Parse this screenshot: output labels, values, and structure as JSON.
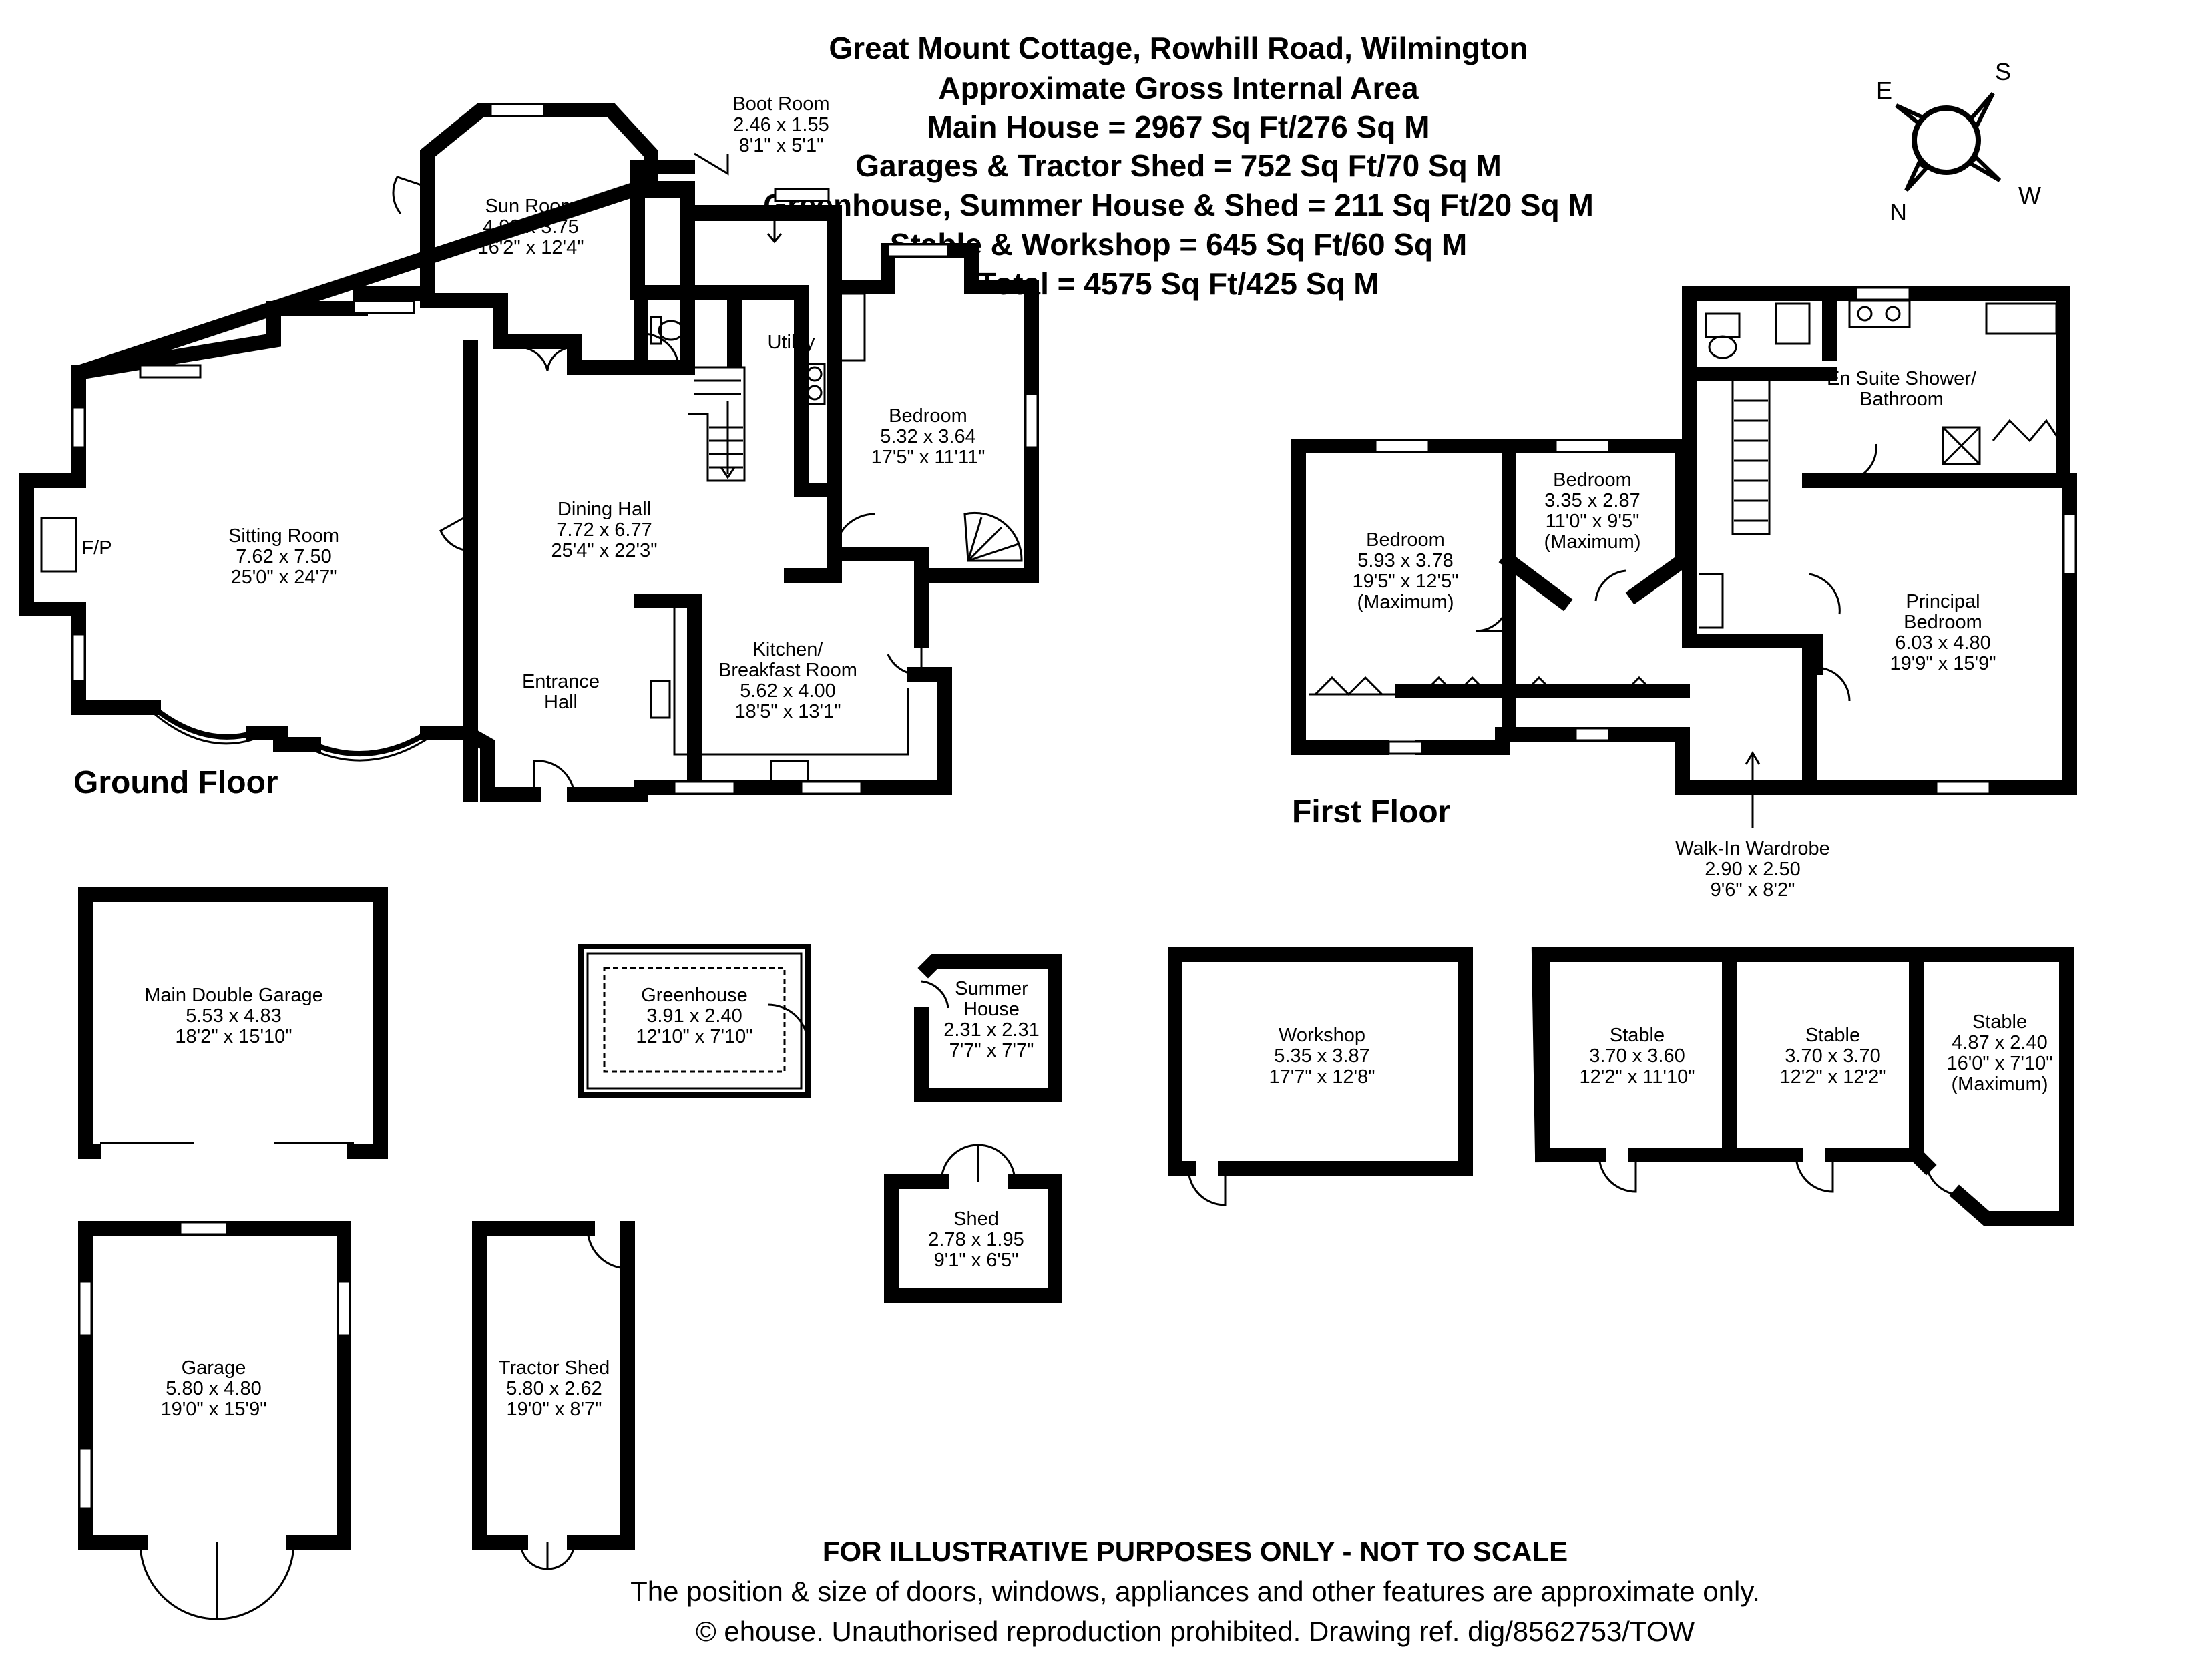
{
  "header": {
    "lines": [
      "Great Mount Cottage, Rowhill Road, Wilmington",
      "Approximate Gross Internal Area",
      "Main House = 2967 Sq Ft/276 Sq M",
      "Garages & Tractor Shed = 752 Sq Ft/70 Sq M",
      "Greenhouse, Summer House & Shed  = 211 Sq Ft/20 Sq M",
      "Stable & Workshop = 645 Sq Ft/60 Sq M",
      "Total = 4575 Sq Ft/425 Sq M"
    ]
  },
  "compass": {
    "e": "E",
    "s": "S",
    "n": "N",
    "w": "W"
  },
  "floors": {
    "ground": "Ground Floor",
    "first": "First Floor"
  },
  "rooms": {
    "boot_room": [
      "Boot Room",
      "2.46 x 1.55",
      "8'1\" x 5'1\""
    ],
    "sun_room": [
      "Sun Room",
      "4.92 x 3.75",
      "16'2\" x 12'4\""
    ],
    "utility": [
      "Utility"
    ],
    "bedroom_ground": [
      "Bedroom",
      "5.32 x 3.64",
      "17'5\" x 11'11\""
    ],
    "fp": [
      "F/P"
    ],
    "sitting_room": [
      "Sitting Room",
      "7.62 x 7.50",
      "25'0\" x 24'7\""
    ],
    "dining_hall": [
      "Dining Hall",
      "7.72 x 6.77",
      "25'4\" x 22'3\""
    ],
    "kitchen": [
      "Kitchen/",
      "Breakfast Room",
      "5.62 x 4.00",
      "18'5\" x 13'1\""
    ],
    "entrance_hall": [
      "Entrance",
      "Hall"
    ],
    "ensuite": [
      "En Suite Shower/",
      "Bathroom"
    ],
    "bedroom_first_small": [
      "Bedroom",
      "3.35 x 2.87",
      "11'0\" x 9'5\"",
      "(Maximum)"
    ],
    "bedroom_first_large": [
      "Bedroom",
      "5.93 x 3.78",
      "19'5\" x 12'5\"",
      "(Maximum)"
    ],
    "principal_bedroom": [
      "Principal",
      "Bedroom",
      "6.03 x 4.80",
      "19'9\" x 15'9\""
    ],
    "walk_in_wardrobe": [
      "Walk-In Wardrobe",
      "2.90 x 2.50",
      "9'6\" x 8'2\""
    ],
    "main_double_garage": [
      "Main Double Garage",
      "5.53 x 4.83",
      "18'2\" x 15'10\""
    ],
    "greenhouse": [
      "Greenhouse",
      "3.91 x 2.40",
      "12'10\" x 7'10\""
    ],
    "summer_house": [
      "Summer",
      "House",
      "2.31 x 2.31",
      "7'7\" x 7'7\""
    ],
    "workshop": [
      "Workshop",
      "5.35 x 3.87",
      "17'7\" x 12'8\""
    ],
    "stable_1": [
      "Stable",
      "3.70 x 3.60",
      "12'2\" x 11'10\""
    ],
    "stable_2": [
      "Stable",
      "3.70 x 3.70",
      "12'2\" x 12'2\""
    ],
    "stable_3": [
      "Stable",
      "4.87 x 2.40",
      "16'0\" x 7'10\"",
      "(Maximum)"
    ],
    "shed": [
      "Shed",
      "2.78 x 1.95",
      "9'1\" x 6'5\""
    ],
    "garage": [
      "Garage",
      "5.80 x 4.80",
      "19'0\" x 15'9\""
    ],
    "tractor_shed": [
      "Tractor Shed",
      "5.80 x 2.62",
      "19'0\" x 8'7\""
    ]
  },
  "footer": {
    "line1": "FOR ILLUSTRATIVE PURPOSES ONLY - NOT TO SCALE",
    "line2": "The position & size of doors, windows, appliances and other features are approximate only.",
    "line3": "© ehouse. Unauthorised reproduction prohibited. Drawing ref. dig/8562753/TOW"
  }
}
